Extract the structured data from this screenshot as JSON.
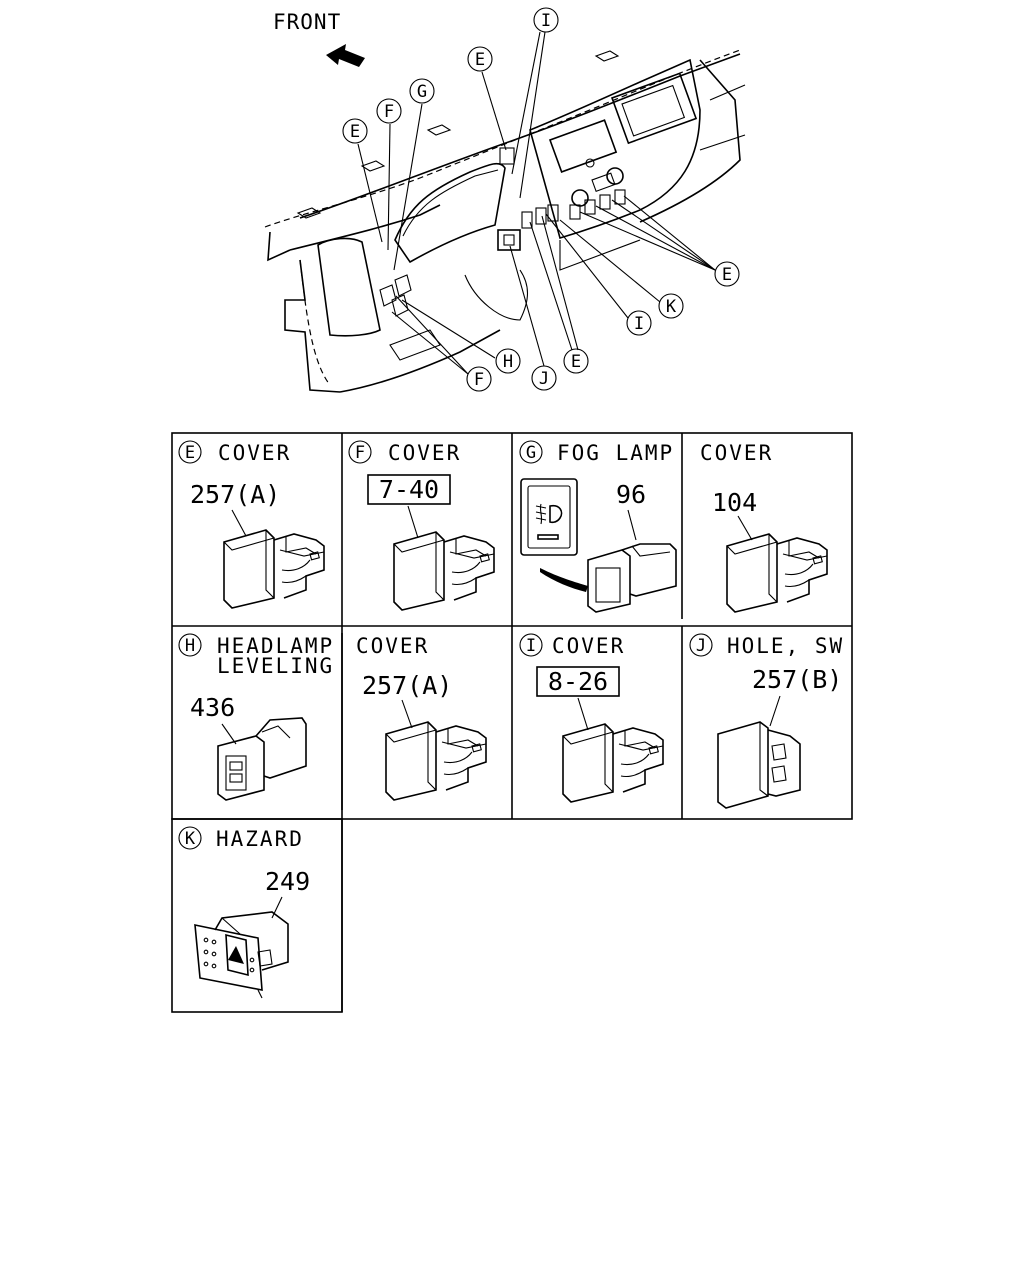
{
  "overview": {
    "front_label": "FRONT",
    "callouts": {
      "i_top": "I",
      "e_top": "E",
      "g": "G",
      "f_top": "F",
      "e_left": "E",
      "e_right": "E",
      "k": "K",
      "i_bottom": "I",
      "e_bottom": "E",
      "h": "H",
      "f_bottom": "F",
      "j": "J"
    }
  },
  "cells": {
    "e_cover": {
      "letter": "E",
      "title": "COVER",
      "part": "257(A)"
    },
    "f_cover": {
      "letter": "F",
      "title": "COVER",
      "ref": "7-40"
    },
    "g_fog": {
      "letter": "G",
      "title": "FOG LAMP",
      "part": "96"
    },
    "g_cover": {
      "title": "COVER",
      "part": "104"
    },
    "h_level": {
      "letter": "H",
      "title_line1": "HEADLAMP",
      "title_line2": "LEVELING",
      "part": "436"
    },
    "h_cover": {
      "title": "COVER",
      "part": "257(A)"
    },
    "i_cover": {
      "letter": "I",
      "title": "COVER",
      "ref": "8-26"
    },
    "j_hole": {
      "letter": "J",
      "title": "HOLE, SW",
      "part": "257(B)"
    },
    "k_hazard": {
      "letter": "K",
      "title": "HAZARD",
      "part": "249"
    }
  }
}
